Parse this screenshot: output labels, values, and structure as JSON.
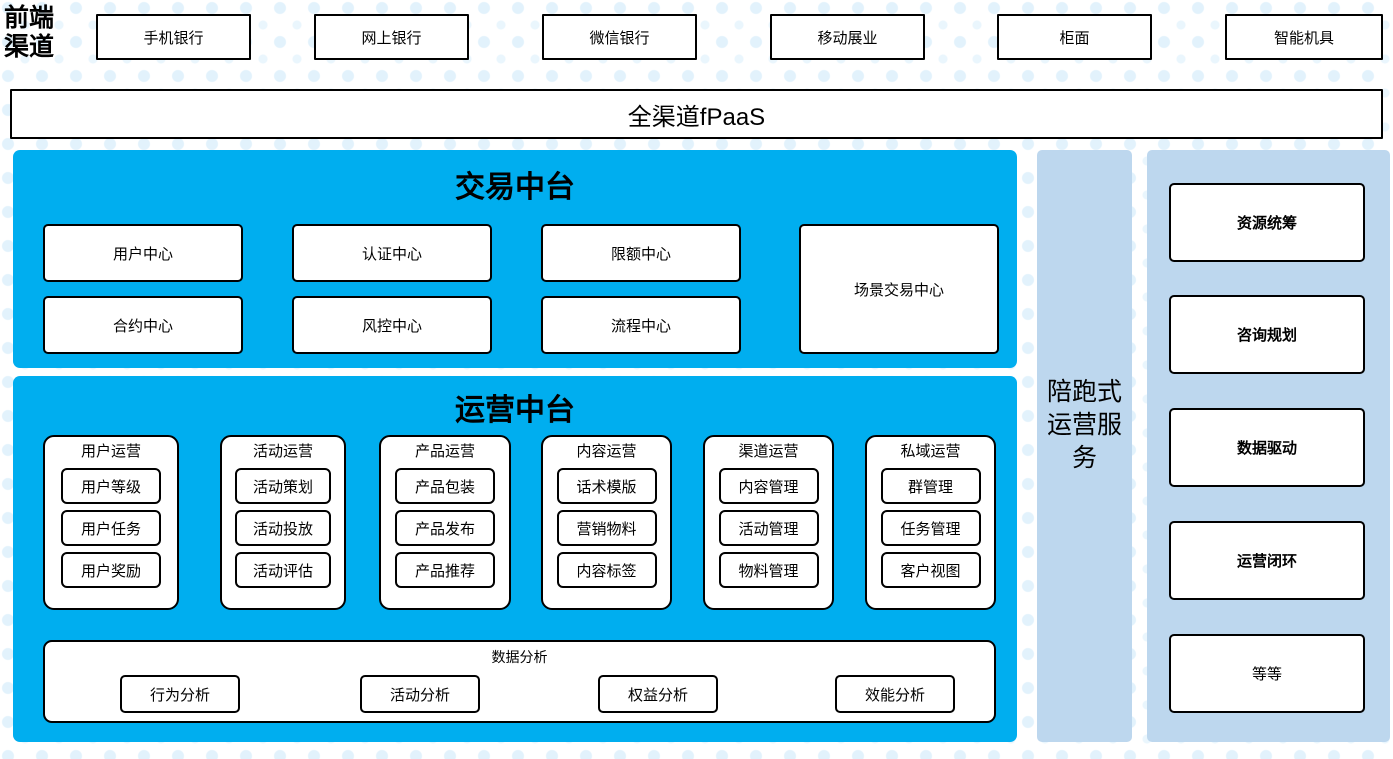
{
  "theme": {
    "cyan": "#00AEEF",
    "light_blue": "#BDD7EE",
    "white": "#FFFFFF",
    "border": "#000000",
    "dot_color": "#E2F2FC"
  },
  "front_channel": {
    "label": "前端渠道",
    "items": [
      {
        "label": "手机银行"
      },
      {
        "label": "网上银行"
      },
      {
        "label": "微信银行"
      },
      {
        "label": "移动展业"
      },
      {
        "label": "柜面"
      },
      {
        "label": "智能机具"
      }
    ]
  },
  "fpaas": {
    "label": "全渠道fPaaS"
  },
  "trading_platform": {
    "title": "交易中台",
    "left_items": [
      {
        "label": "用户中心"
      },
      {
        "label": "认证中心"
      },
      {
        "label": "限额中心"
      },
      {
        "label": "合约中心"
      },
      {
        "label": "风控中心"
      },
      {
        "label": "流程中心"
      }
    ],
    "tall_item": {
      "label": "场景交易中心"
    }
  },
  "operation_platform": {
    "title": "运营中台",
    "columns": [
      {
        "title": "用户运营",
        "items": [
          {
            "label": "用户等级"
          },
          {
            "label": "用户任务"
          },
          {
            "label": "用户奖励"
          }
        ]
      },
      {
        "title": "活动运营",
        "items": [
          {
            "label": "活动策划"
          },
          {
            "label": "活动投放"
          },
          {
            "label": "活动评估"
          }
        ]
      },
      {
        "title": "产品运营",
        "items": [
          {
            "label": "产品包装"
          },
          {
            "label": "产品发布"
          },
          {
            "label": "产品推荐"
          }
        ]
      },
      {
        "title": "内容运营",
        "items": [
          {
            "label": "话术模版"
          },
          {
            "label": "营销物料"
          },
          {
            "label": "内容标签"
          }
        ]
      },
      {
        "title": "渠道运营",
        "items": [
          {
            "label": "内容管理"
          },
          {
            "label": "活动管理"
          },
          {
            "label": "物料管理"
          }
        ]
      },
      {
        "title": "私域运营",
        "items": [
          {
            "label": "群管理"
          },
          {
            "label": "任务管理"
          },
          {
            "label": "客户视图"
          }
        ]
      }
    ],
    "data_analysis": {
      "title": "数据分析",
      "items": [
        {
          "label": "行为分析"
        },
        {
          "label": "活动分析"
        },
        {
          "label": "权益分析"
        },
        {
          "label": "效能分析"
        }
      ]
    }
  },
  "service_column": {
    "label": "陪跑式运营服务"
  },
  "capability_column": {
    "items": [
      {
        "label": "资源统筹",
        "bold": true
      },
      {
        "label": "咨询规划",
        "bold": true
      },
      {
        "label": "数据驱动",
        "bold": true
      },
      {
        "label": "运营闭环",
        "bold": true
      },
      {
        "label": "等等",
        "bold": false
      }
    ]
  }
}
